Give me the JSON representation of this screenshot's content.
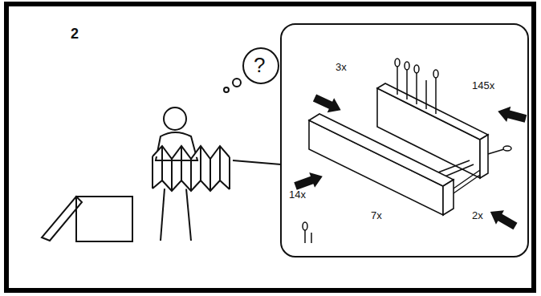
{
  "diagram": {
    "labels": [
      "2",
      "?",
      "3x",
      "145x",
      "14x",
      "7x",
      "2x"
    ]
  }
}
